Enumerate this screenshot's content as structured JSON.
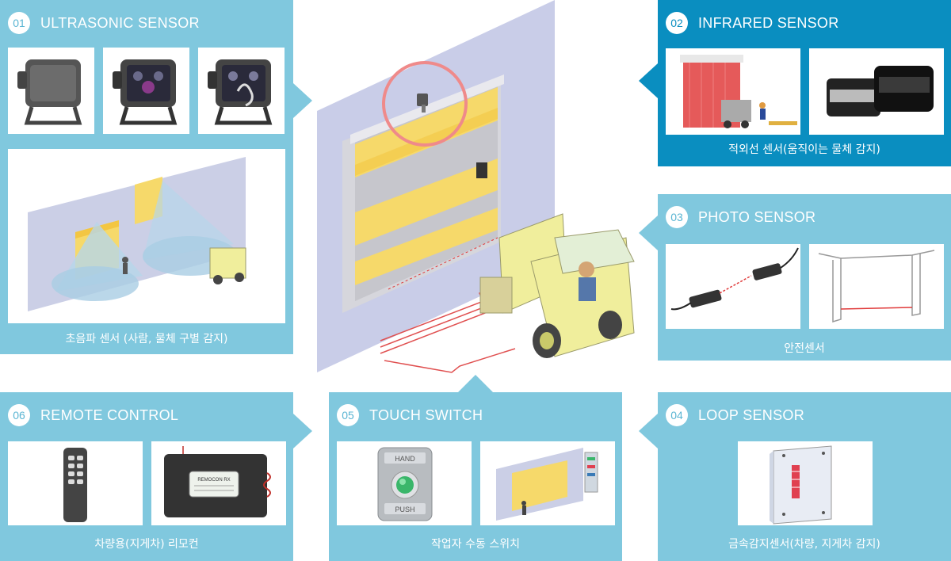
{
  "panels": {
    "p01": {
      "num": "01",
      "title": "ULTRASONIC SENSOR",
      "caption": "초음파 센서 (사람, 물체 구별 감지)"
    },
    "p02": {
      "num": "02",
      "title": "INFRARED SENSOR",
      "caption": "적외선 센서(움직이는 물체 감지)"
    },
    "p03": {
      "num": "03",
      "title": "PHOTO SENSOR",
      "caption": "안전센서"
    },
    "p04": {
      "num": "04",
      "title": "LOOP SENSOR",
      "caption": "금속감지센서(차량, 지게차 감지)"
    },
    "p05": {
      "num": "05",
      "title": "TOUCH SWITCH",
      "caption": "작업자 수동 스위치"
    },
    "p06": {
      "num": "06",
      "title": "REMOTE CONTROL",
      "caption": "차량용(지게차) 리모컨"
    }
  },
  "device_labels": {
    "push_button_top": "HAND",
    "push_button_bottom": "PUSH",
    "receiver_label": "REMOCON RX"
  },
  "colors": {
    "panel": "#80c8de",
    "panel_dark": "#0a8ec0",
    "door_panel": "#c9cde8",
    "door_yellow": "#f6d96a",
    "forklift": "#f0ee9c",
    "highlight_ring": "#ef8a8a",
    "laser": "#e03a3a"
  },
  "icons": [
    "ultrasonic-sensor-icon",
    "infrared-scanner-icon",
    "photo-sensor-icon",
    "loop-detector-icon",
    "push-button-icon",
    "remote-control-icon"
  ]
}
